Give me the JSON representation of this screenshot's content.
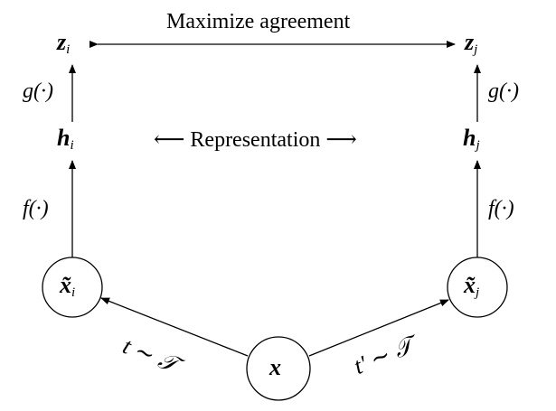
{
  "top_label": "Maximize agreement",
  "middle_label": "⟵ Representation ⟶",
  "nodes": {
    "z_i": {
      "base": "z",
      "sub": "i"
    },
    "z_j": {
      "base": "z",
      "sub": "j"
    },
    "h_i": {
      "base": "h",
      "sub": "i"
    },
    "h_j": {
      "base": "h",
      "sub": "j"
    },
    "xt_i": {
      "base": "x̃",
      "sub": "i"
    },
    "xt_j": {
      "base": "x̃",
      "sub": "j"
    },
    "x": {
      "base": "x"
    }
  },
  "edges": {
    "g_left": "g(·)",
    "g_right": "g(·)",
    "f_left": "f(·)",
    "f_right": "f(·)",
    "t_left": "t ∼ 𝒯",
    "t_right": "t' ∼ 𝒯"
  }
}
